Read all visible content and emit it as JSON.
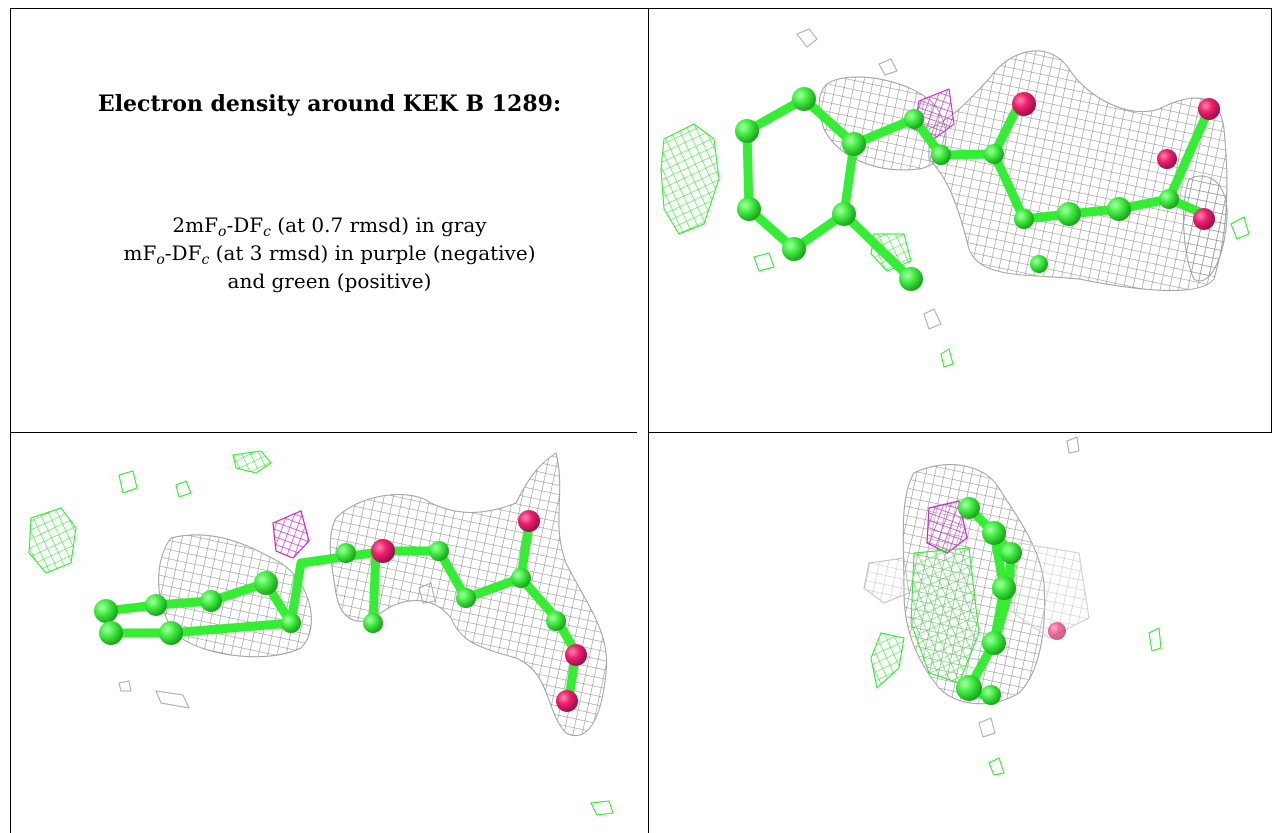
{
  "caption": {
    "title": "Electron density around KEK B 1289:",
    "line1": {
      "prefix": "2mF",
      "sub1": "o",
      "middle": "-DF",
      "sub2": "c",
      "suffix": " (at 0.7 rmsd) in gray"
    },
    "line2": {
      "prefix": "mF",
      "sub1": "o",
      "middle": "-DF",
      "sub2": "c",
      "suffix": " (at 3 rmsd) in purple (negative)"
    },
    "line3": "and green (positive)"
  },
  "colors": {
    "carbon": "#33ee33",
    "oxygen": "#e8206a",
    "mesh_gray": "#9a9a9a",
    "mesh_negative": "#cc22cc",
    "mesh_positive": "#22ee22"
  },
  "panels": [
    {
      "name": "view-top-right"
    },
    {
      "name": "view-bottom-left"
    },
    {
      "name": "view-bottom-right"
    }
  ]
}
